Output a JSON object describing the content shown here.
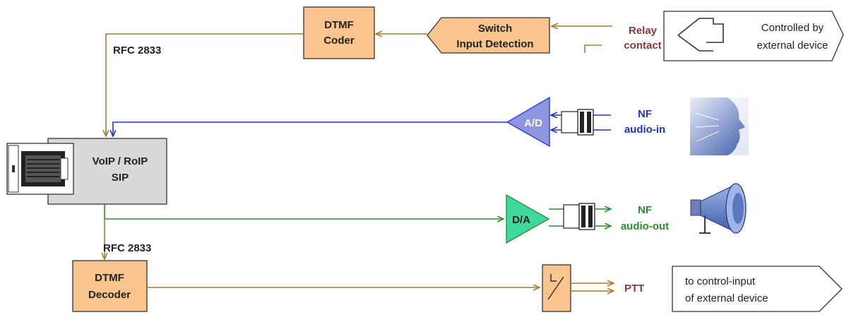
{
  "colors": {
    "brown": "#a67c2a",
    "blue": "#2233cc",
    "green": "#2e8b2e",
    "orange_fill": "#f9c48e",
    "orange_stroke": "#333333",
    "blue_amp": "#8f96e0",
    "green_amp": "#3dd99a",
    "relay_text": "#8b3a3a",
    "nf_in_text": "#2233cc",
    "nf_out_text": "#2e8b2e",
    "ptt_text": "#8b3a3a",
    "gray_box": "#d9d9d9"
  },
  "blocks": {
    "dtmf_coder": [
      "DTMF",
      "Coder"
    ],
    "switch_input": [
      "Switch",
      "Input Detection"
    ],
    "voip": [
      "VoIP / RoIP",
      "SIP"
    ],
    "dtmf_decoder": [
      "DTMF",
      "Decoder"
    ],
    "ad": "A/D",
    "da": "D/A"
  },
  "labels": {
    "rfc_top": "RFC 2833",
    "rfc_bottom": "RFC 2833",
    "relay": [
      "Relay",
      "contact"
    ],
    "nf_in": [
      "NF",
      "audio-in"
    ],
    "nf_out": [
      "NF",
      "audio-out"
    ],
    "ptt": "PTT",
    "controlled": [
      "Controlled by",
      "external device"
    ],
    "to_control": [
      "to control-input",
      "of external device"
    ]
  },
  "icons": {
    "network_jack": "rj45-jack-icon",
    "speaker_face": "speaking-person-icon",
    "loudspeaker": "horn-loudspeaker-icon",
    "transformer": "audio-transformer-icon",
    "relay_switch": "relay-switch-icon"
  }
}
